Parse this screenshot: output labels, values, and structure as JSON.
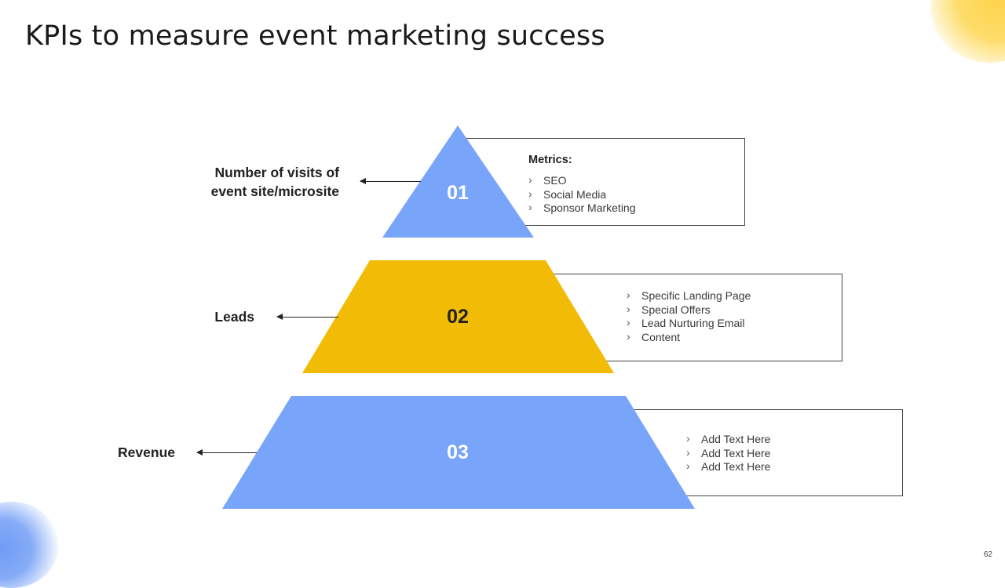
{
  "slide": {
    "title": "KPIs to measure event marketing success",
    "page_number": "62"
  },
  "tiers": [
    {
      "number": "01",
      "label": "Number of visits of event site/microsite",
      "label_lines": [
        "Number of visits of",
        "event site/microsite"
      ],
      "color": "#78a4fa",
      "number_color": "#ffffff",
      "box_heading": "Metrics:",
      "items": [
        "SEO",
        "Social Media",
        "Sponsor Marketing"
      ]
    },
    {
      "number": "02",
      "label": "Leads",
      "color": "#f2bb05",
      "number_color": "#222222",
      "items": [
        "Specific Landing Page",
        "Special Offers",
        "Lead Nurturing Email",
        "Content"
      ]
    },
    {
      "number": "03",
      "label": "Revenue",
      "color": "#78a4fa",
      "number_color": "#ffffff",
      "items": [
        "Add Text Here",
        "Add Text Here",
        "Add Text Here"
      ]
    }
  ],
  "colors": {
    "accent_blue": "#78a4fa",
    "accent_yellow": "#f2bb05"
  }
}
